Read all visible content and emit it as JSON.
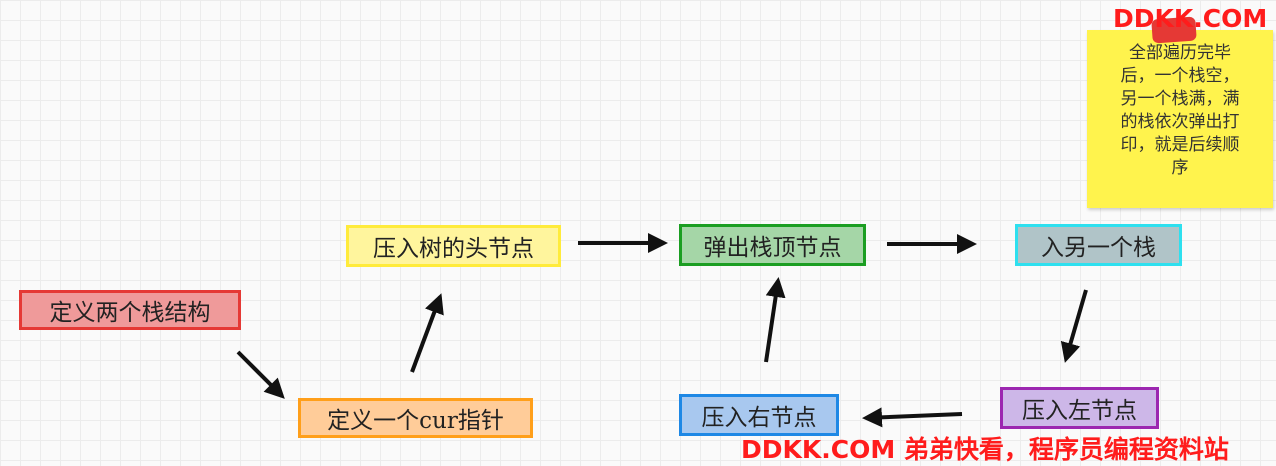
{
  "nodes": [
    {
      "id": "n1",
      "label": "定义两个栈结构"
    },
    {
      "id": "n2",
      "label": "定义一个cur指针"
    },
    {
      "id": "n3",
      "label": "压入树的头节点"
    },
    {
      "id": "n4",
      "label": "弹出栈顶节点"
    },
    {
      "id": "n5",
      "label": "入另一个栈"
    },
    {
      "id": "n6",
      "label": "压入左节点"
    },
    {
      "id": "n7",
      "label": "压入右节点"
    }
  ],
  "edges": [
    {
      "from": "n1",
      "to": "n2"
    },
    {
      "from": "n2",
      "to": "n3"
    },
    {
      "from": "n3",
      "to": "n4"
    },
    {
      "from": "n4",
      "to": "n5"
    },
    {
      "from": "n5",
      "to": "n6"
    },
    {
      "from": "n6",
      "to": "n7"
    },
    {
      "from": "n7",
      "to": "n4"
    }
  ],
  "note": {
    "lines": [
      "全部遍历完毕",
      "后，一个栈空，",
      "另一个栈满，满",
      "的栈依次弹出打",
      "印，就是后续顺",
      "序"
    ]
  },
  "logo": "DDKK.COM",
  "watermark": "DDKK.COM 弟弟快看，程序员编程资料站",
  "colors": {
    "arrow": "#111111",
    "watermark": "#ff1c1c",
    "note": "#fff34d"
  }
}
